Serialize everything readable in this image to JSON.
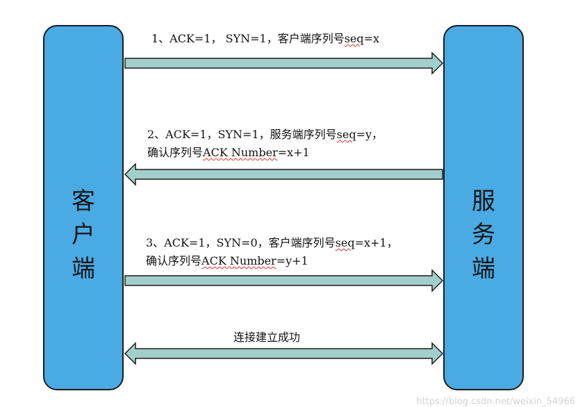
{
  "client": {
    "chars": [
      "客",
      "户",
      "端"
    ]
  },
  "server": {
    "chars": [
      "服",
      "务",
      "端"
    ]
  },
  "steps": [
    {
      "line1": {
        "pre": "1、ACK=1， SYN=1，客户端序列号",
        "mark": "seq",
        "post": "=x"
      }
    },
    {
      "line1": {
        "pre": "2、ACK=1，SYN=1，服务端序列号",
        "mark": "seq",
        "post": "=y，"
      },
      "line2": {
        "pre": "确认序列号",
        "mark": "ACK Number",
        "post": "=x+1"
      }
    },
    {
      "line1": {
        "pre": "3、ACK=1，SYN=0，客户端序列号",
        "mark": "seq",
        "post": "=x+1，"
      },
      "line2": {
        "pre": "确认序列号",
        "mark": "ACK Number",
        "post": "=y+1"
      }
    },
    {
      "line1": {
        "pre": "连接建立成功",
        "mark": "",
        "post": ""
      }
    }
  ],
  "watermark": "https://blog.csdn.net/weixin_54966",
  "colors": {
    "pillar": "#4aaae4",
    "arrow": "#a2cfcb",
    "outline": "#1c1c1c"
  }
}
